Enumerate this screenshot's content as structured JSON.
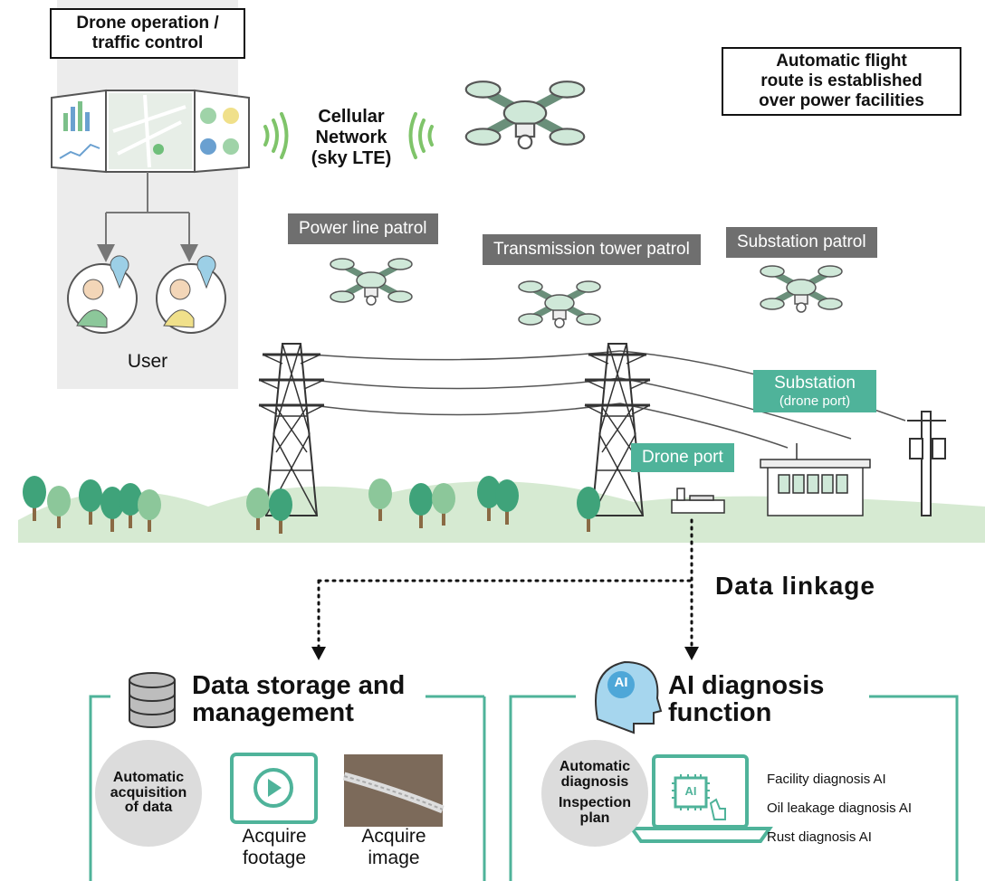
{
  "control": {
    "title_line1": "Drone operation /",
    "title_line2": "traffic control",
    "user_label": "User"
  },
  "network": {
    "line1": "Cellular",
    "line2": "Network",
    "line3": "(sky LTE)"
  },
  "route_note": {
    "line1": "Automatic flight",
    "line2": "route is established",
    "line3": "over power facilities"
  },
  "patrols": {
    "power_line": "Power line patrol",
    "tower": "Transmission tower patrol",
    "substation": "Substation patrol"
  },
  "ports": {
    "substation_line1": "Substation",
    "substation_line2": "(drone port)",
    "drone_port": "Drone port"
  },
  "linkage": "Data linkage",
  "storage": {
    "title_line1": "Data storage and",
    "title_line2": "management",
    "auto_line1": "Automatic",
    "auto_line2": "acquisition",
    "auto_line3": "of data",
    "footage_line1": "Acquire",
    "footage_line2": "footage",
    "image_line1": "Acquire",
    "image_line2": "image"
  },
  "ai": {
    "icon_text": "AI",
    "title_line1": "AI diagnosis",
    "title_line2": "function",
    "auto_line1": "Automatic",
    "auto_line2": "diagnosis",
    "plan_line1": "Inspection",
    "plan_line2": "plan",
    "chip_text": "AI",
    "items": [
      "Facility diagnosis AI",
      "Oil leakage diagnosis AI",
      "Rust diagnosis AI"
    ]
  },
  "colors": {
    "teal": "#4fb39a",
    "drone_body": "#cfe8d8",
    "panel_grey": "#ececec",
    "ground": "#d6ead2"
  }
}
